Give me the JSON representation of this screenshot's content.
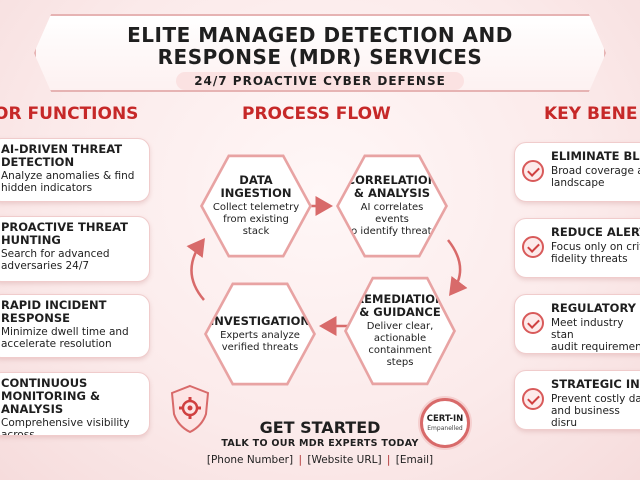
{
  "header": {
    "title_line1": "ELITE MANAGED DETECTION AND",
    "title_line2": "RESPONSE (MDR) SERVICES",
    "subtitle": "24/7 PROACTIVE CYBER DEFENSE"
  },
  "columns": {
    "left_title": "OR FUNCTIONS",
    "center_title": "PROCESS FLOW",
    "right_title": "KEY BENE"
  },
  "functions": [
    {
      "title": "AI-DRIVEN THREAT\nDETECTION",
      "desc": "Analyze anomalies & find\nhidden indicators"
    },
    {
      "title": "PROACTIVE THREAT\nHUNTING",
      "desc": "Search for advanced\nadversaries 24/7"
    },
    {
      "title": "RAPID INCIDENT\nRESPONSE",
      "desc": "Minimize dwell time and\naccelerate resolution"
    },
    {
      "title": "CONTINUOUS\nMONITORING & ANALYSIS",
      "desc": "Comprehensive visibility across\nendpoints, network, and cloud"
    }
  ],
  "process": [
    {
      "title": "DATA\nINGESTION",
      "desc": "Collect telemetry\nfrom existing stack"
    },
    {
      "title": "CORRELATION\n& ANALYSIS",
      "desc": "AI correlates events\nto identify threats"
    },
    {
      "title": "REMEDIATION\n& GUIDANCE",
      "desc": "Deliver clear,\nactionable\ncontainment\nsteps"
    },
    {
      "title": "INVESTIGATION",
      "desc": "Experts analyze\nverified threats"
    }
  ],
  "benefits": [
    {
      "title": "ELIMINATE BLI",
      "desc": "Broad coverage a\nlandscape"
    },
    {
      "title": "REDUCE ALERT",
      "desc": "Focus only on crit\nfidelity threats"
    },
    {
      "title": "REGULATORY C",
      "desc": "Meet industry stan\naudit requirement"
    },
    {
      "title": "STRATEGIC INV",
      "desc": "Prevent costly dat\nand business disru"
    }
  ],
  "get_started": {
    "title": "GET STARTED",
    "subtitle": "TALK TO OUR MDR EXPERTS TODAY",
    "phone": "[Phone Number]",
    "website": "[Website URL]",
    "email": "[Email]",
    "separator": "|"
  },
  "badge": {
    "line1": "CERT-IN",
    "line2": "Empanelled"
  },
  "colors": {
    "accent": "#c62828",
    "border": "#e8a3a3",
    "background": "#fbeeee"
  },
  "icons": [
    "shield-gear-icon",
    "check-icon",
    "arrow-icon"
  ]
}
